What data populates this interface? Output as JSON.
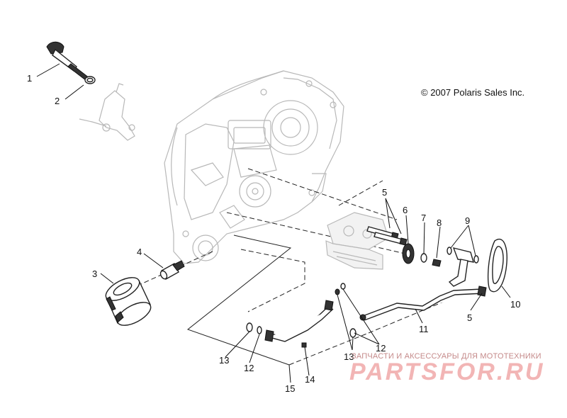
{
  "copyright": "© 2007 Polaris Sales Inc.",
  "watermark": {
    "tagline": "ЗАПЧАСТИ И АКСЕССУАРЫ ДЛЯ МОТОТЕХНИКИ",
    "logo": "PARTSFOR.RU"
  },
  "callouts": [
    "1",
    "2",
    "3",
    "4",
    "5",
    "6",
    "7",
    "8",
    "9",
    "10",
    "11",
    "5",
    "12",
    "13",
    "12",
    "13",
    "14",
    "15"
  ]
}
